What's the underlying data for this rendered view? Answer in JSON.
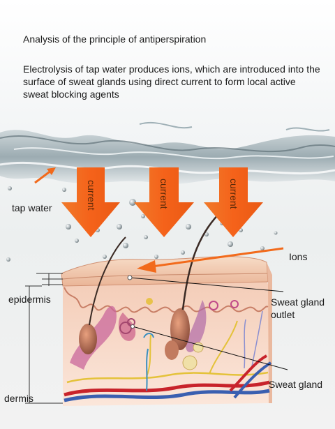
{
  "heading": "Analysis of the principle of antiperspiration",
  "description": "Electrolysis of tap water produces ions, which are introduced into the surface of sweat glands using direct current to form local active sweat blocking agents",
  "arrows": [
    {
      "label": "current"
    },
    {
      "label": "current"
    },
    {
      "label": "current"
    }
  ],
  "labels": {
    "tap_water": "tap water",
    "ions": "Ions",
    "sweat_gland_outlet": "Sweat gland outlet",
    "epidermis": "epidermis",
    "sweat_gland": "Sweat gland",
    "dermis": "dermis"
  },
  "colors": {
    "arrow": "#f26a1b",
    "water": "#8fa4ac",
    "skin_top": "#f1c5a6",
    "skin_body": "#f7d8c6"
  }
}
